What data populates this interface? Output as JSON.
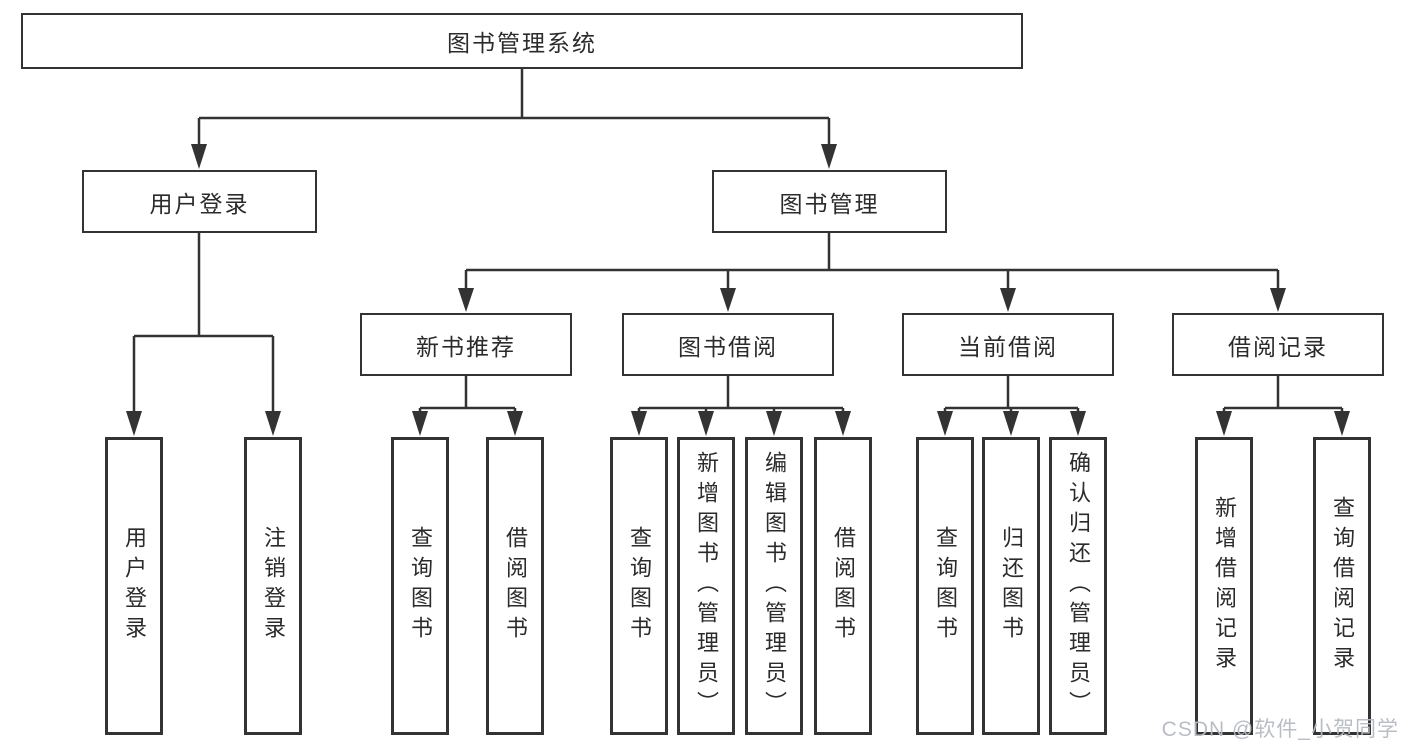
{
  "diagram": {
    "root": {
      "label": "图书管理系统"
    },
    "children": [
      {
        "label": "用户登录",
        "children": [
          {
            "label": "用户登录"
          },
          {
            "label": "注销登录"
          }
        ]
      },
      {
        "label": "图书管理",
        "children": [
          {
            "label": "新书推荐",
            "children": [
              {
                "label": "查询图书"
              },
              {
                "label": "借阅图书"
              }
            ]
          },
          {
            "label": "图书借阅",
            "children": [
              {
                "label": "查询图书"
              },
              {
                "label": "新增图书（管理员）"
              },
              {
                "label": "编辑图书（管理员）"
              },
              {
                "label": "借阅图书"
              }
            ]
          },
          {
            "label": "当前借阅",
            "children": [
              {
                "label": "查询图书"
              },
              {
                "label": "归还图书"
              },
              {
                "label": "确认归还（管理员）"
              }
            ]
          },
          {
            "label": "借阅记录",
            "children": [
              {
                "label": "新增借阅记录"
              },
              {
                "label": "查询借阅记录"
              }
            ]
          }
        ]
      }
    ]
  },
  "watermark": {
    "text": "CSDN @软件_小贺同学"
  },
  "colors": {
    "line": "#333333",
    "border": "#333333",
    "text": "#2b2b2b",
    "watermark": "#b6bac1",
    "background": "#ffffff"
  }
}
